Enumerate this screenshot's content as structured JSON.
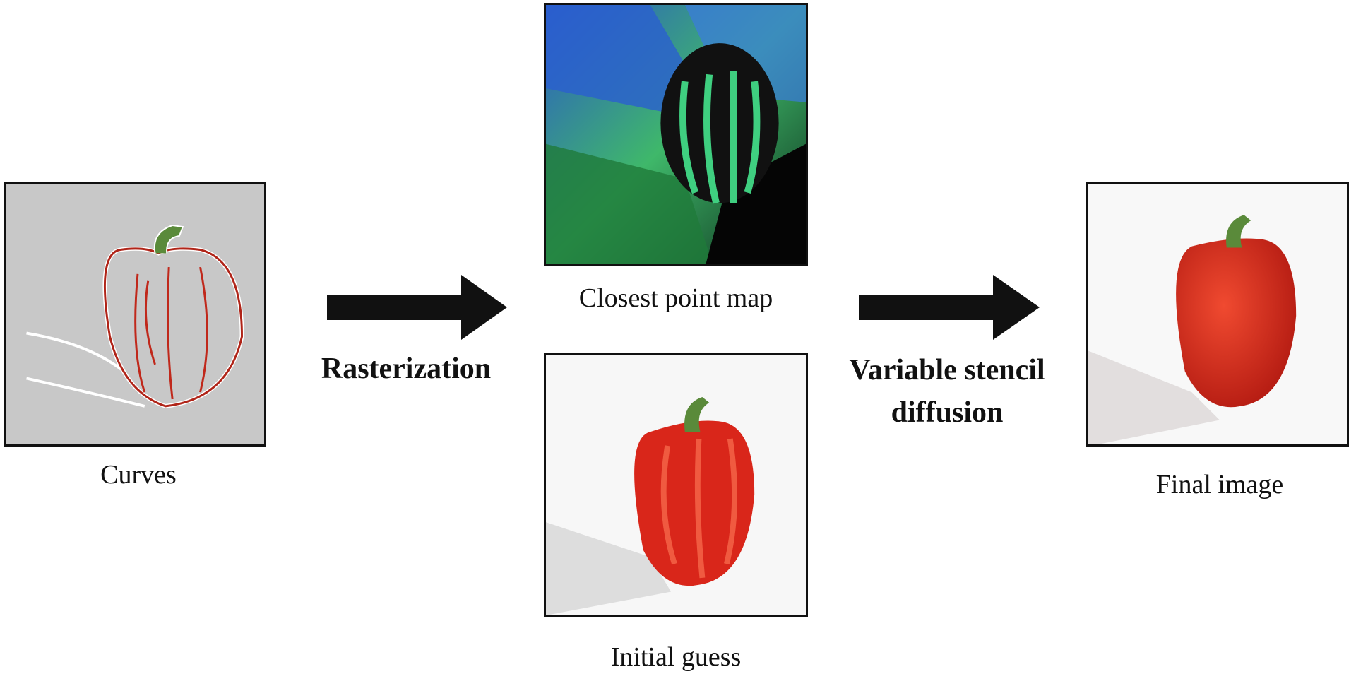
{
  "panels": {
    "curves": {
      "label": "Curves"
    },
    "closest_point_map": {
      "label": "Closest point map"
    },
    "initial_guess": {
      "label": "Initial guess"
    },
    "final_image": {
      "label": "Final image"
    }
  },
  "steps": {
    "rasterization": {
      "label": "Rasterization"
    },
    "diffusion": {
      "line1": "Variable stencil",
      "line2": "diffusion"
    }
  },
  "colors": {
    "pepper_red": "#d9261a",
    "stem_green": "#5a8a3a",
    "curves_bg": "#c8c8c8",
    "arrow": "#111111"
  }
}
